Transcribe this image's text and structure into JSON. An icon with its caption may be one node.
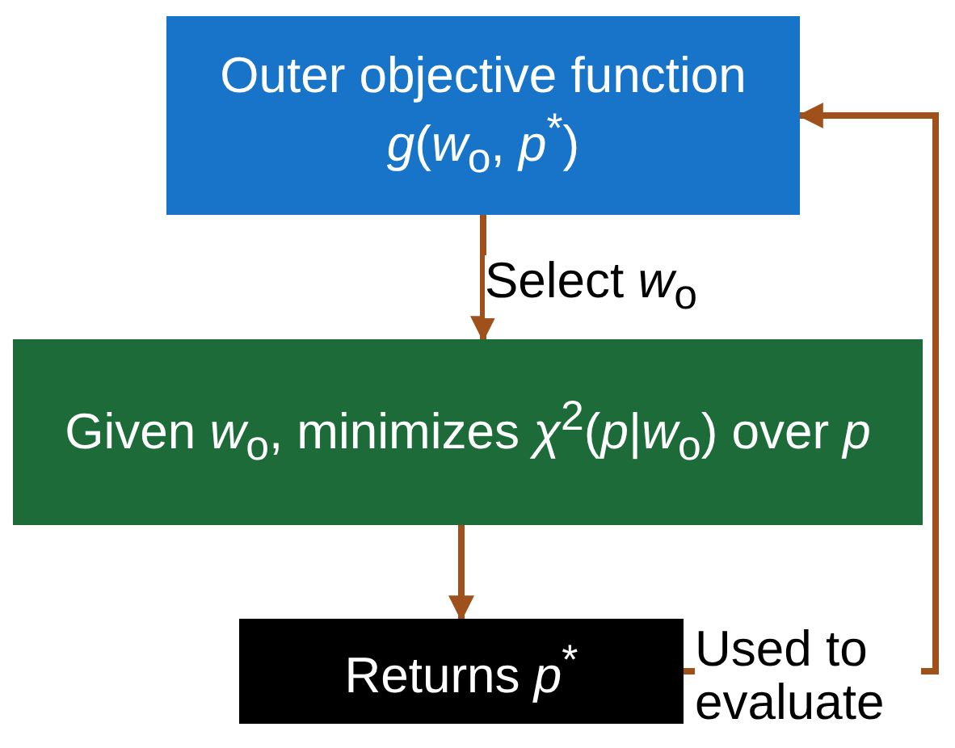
{
  "diagram": {
    "nodes": [
      {
        "text": [
          "Outer objective function *g*(*w*$_{o}$, *p*$^{*}$)"
        ]
      },
      {
        "text": [
          "Given *w*$_{o}$, minimizes *χ*$^{2}$(*p*|*w*$_{o}$) over *p*"
        ]
      },
      {
        "text": [
          "Returns *p*$^{*}$"
        ]
      }
    ],
    "edges": [
      {
        "from": 0,
        "to": 1,
        "arrow": "to",
        "label": "Select *w*$_{o}$"
      },
      {
        "from": 1,
        "to": 2,
        "arrow": "to"
      },
      {
        "from": 2,
        "to": 0,
        "arrow": "to",
        "label": "Used to evaluate"
      }
    ]
  }
}
